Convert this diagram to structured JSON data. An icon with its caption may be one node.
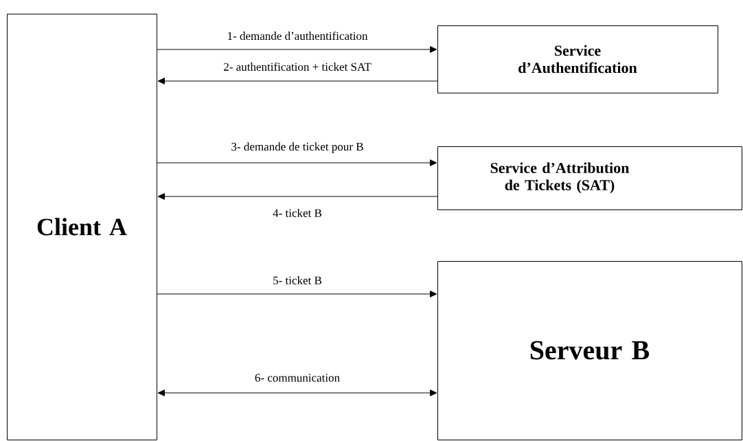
{
  "diagram": {
    "nodes": [
      {
        "text": [
          "Client A"
        ]
      },
      {
        "text": [
          "Service d’Authentification"
        ]
      },
      {
        "text": [
          "Service d’Attribution de Tickets (SAT)"
        ]
      },
      {
        "text": [
          "Serveur B"
        ]
      }
    ],
    "edges": [
      {
        "from": 0,
        "to": 1,
        "arrow": "to",
        "label": "1- demande d’authentification"
      },
      {
        "from": 1,
        "to": 0,
        "arrow": "to",
        "label": "2- authentification + ticket SAT"
      },
      {
        "from": 0,
        "to": 2,
        "arrow": "to",
        "label": "3- demande de ticket pour B"
      },
      {
        "from": 2,
        "to": 0,
        "arrow": "to",
        "label": "4- ticket B"
      },
      {
        "from": 0,
        "to": 3,
        "arrow": "to",
        "label": "5- ticket B"
      },
      {
        "from": 0,
        "to": 3,
        "arrow": "both",
        "label": "6- communication"
      }
    ]
  }
}
